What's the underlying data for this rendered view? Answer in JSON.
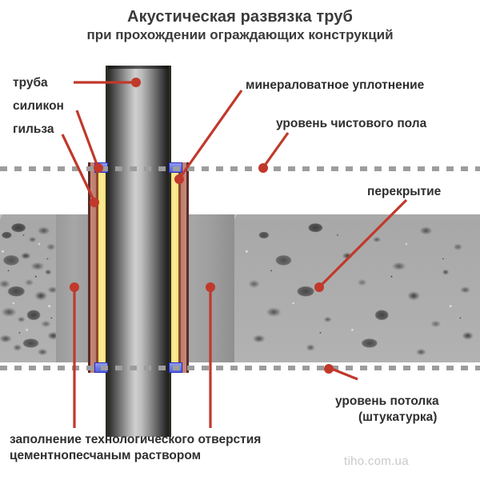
{
  "title": {
    "main": "Акустическая развязка труб",
    "sub": "при прохождении ограждающих конструкций"
  },
  "labels": {
    "pipe": "труба",
    "silicone": "силикон",
    "sleeve": "гильза",
    "mineral_wool": "минераловатное уплотнение",
    "finished_floor_level": "уровень чистового пола",
    "slab": "перекрытие",
    "ceiling_level_line1": "уровень потолка",
    "ceiling_level_line2": "(штукатурка)",
    "bottom_line1": "заполнение технологического отверстия",
    "bottom_line2": "цементнопесчаным  раствором"
  },
  "watermark": "tiho.com.ua",
  "colors": {
    "leader": "#c0392b",
    "leader_dark": "#a5281e",
    "title_text": "#3b3b3b",
    "label_text": "#2f2f2f",
    "mineral_wool": "#fdeb9a",
    "sleeve": "#c98a7a",
    "sleeve_outline": "#5c2a2a",
    "silicone": "#6a7ae8",
    "silicone_outline": "#2b2bbf",
    "level_dash": "#9d9d9d",
    "concrete": "#b9b9b9",
    "grout": "#a0a0a0",
    "watermark": "#c9c9c9"
  }
}
